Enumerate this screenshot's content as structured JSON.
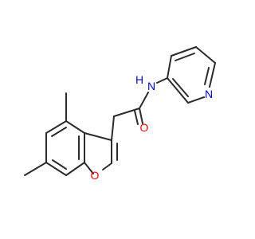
{
  "molecule": {
    "atoms": [
      {
        "id": "o_carbonyl",
        "label": "O",
        "color": "#ff0000"
      },
      {
        "id": "n_amide",
        "label": "N",
        "color": "#0000ff"
      },
      {
        "id": "h_amide",
        "label": "H",
        "color": "#0000ff"
      },
      {
        "id": "n_pyridine",
        "label": "N",
        "color": "#0000ff"
      },
      {
        "id": "o_furan",
        "label": "O",
        "color": "#ff0000"
      }
    ],
    "bond_color": "#2b2b2b"
  }
}
